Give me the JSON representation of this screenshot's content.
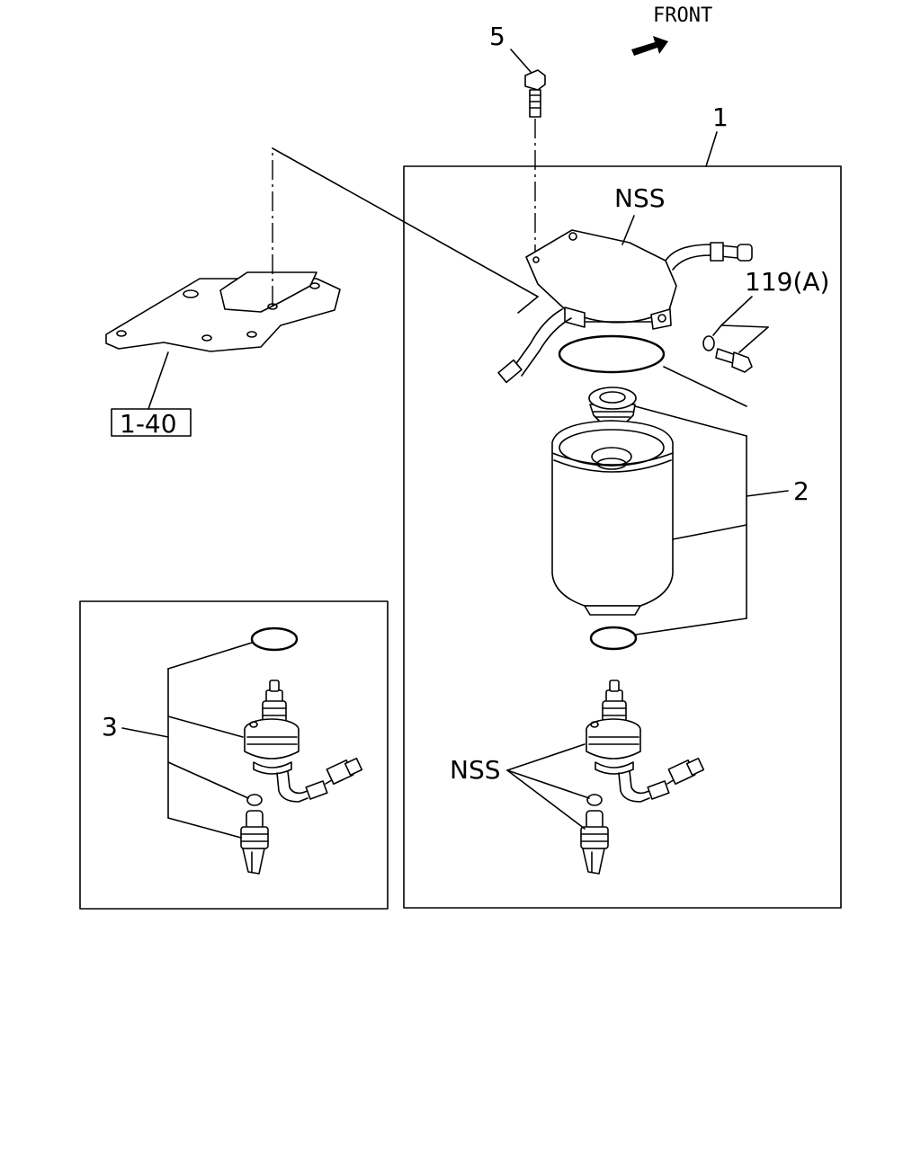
{
  "diagram": {
    "front_label": "FRONT",
    "callouts": {
      "part_1": "1",
      "part_2": "2",
      "part_3": "3",
      "part_5": "5",
      "part_119a": "119(A)",
      "ref_box": "1-40",
      "nss_top": "NSS",
      "nss_bottom": "NSS"
    }
  }
}
